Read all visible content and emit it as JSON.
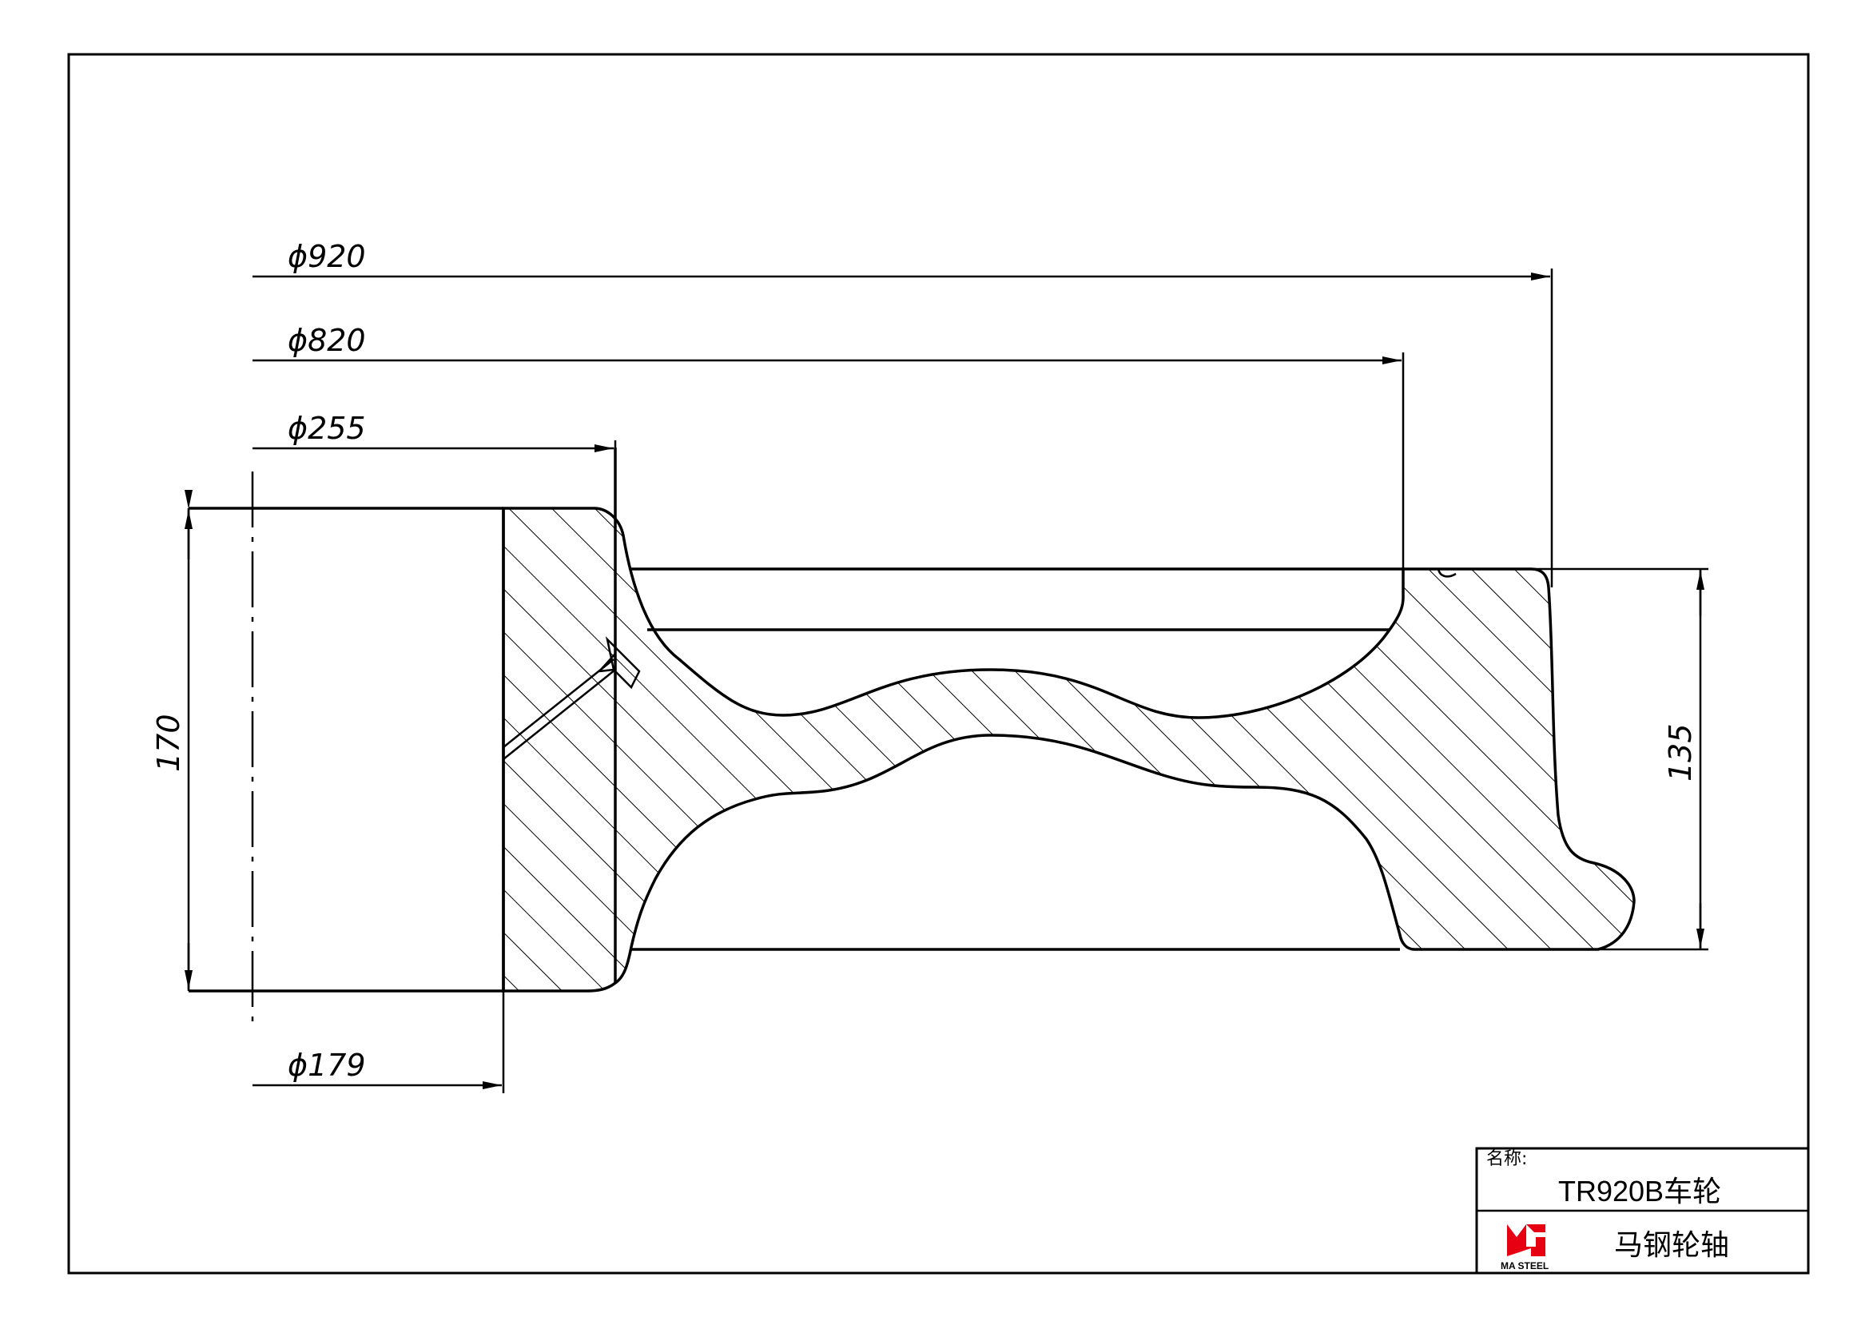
{
  "dimensions": {
    "d920": "ϕ920",
    "d820": "ϕ820",
    "d255": "ϕ255",
    "d179": "ϕ179",
    "h170": "170",
    "h135": "135"
  },
  "title_block": {
    "name_label": "名称:",
    "part_name": "TR920B车轮",
    "company": "马钢轮轴",
    "logo_text": "MA STEEL"
  },
  "colors": {
    "line": "#000000",
    "logo_red": "#e60012"
  }
}
